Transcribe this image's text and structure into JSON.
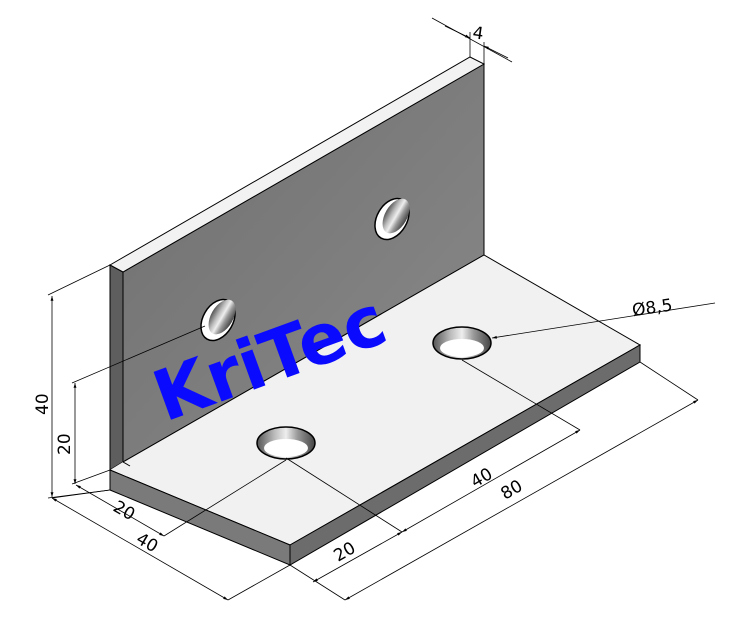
{
  "drawing": {
    "type": "isometric bracket (angle) drawing",
    "logo_text": "KriTec",
    "logo_color": "#0a0aff",
    "part_colors": {
      "top_face": "#f0f0f0",
      "vertical_face": "#808080",
      "edge_dark": "#6e6e6e"
    },
    "dimensions": {
      "thickness": "4",
      "hole_diameter": "Ø8,5",
      "height_total": "40",
      "hole_height": "20",
      "depth_hole": "20",
      "depth_total": "40",
      "length_hole_offset": "20",
      "length_hole_spacing": "40",
      "length_total": "80"
    }
  }
}
